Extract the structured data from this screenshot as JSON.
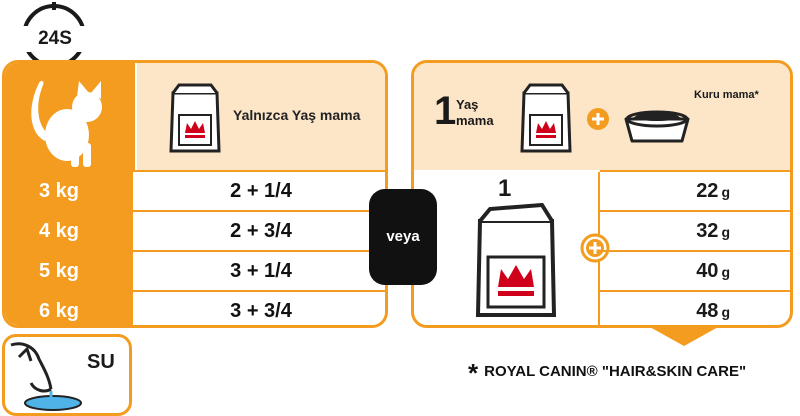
{
  "badge": {
    "label": "24S"
  },
  "left_table": {
    "header": "Yalnızca Yaş mama",
    "rows": [
      {
        "weight": "3 kg",
        "amount": "2 + 1/4"
      },
      {
        "weight": "4 kg",
        "amount": "2 + 3/4"
      },
      {
        "weight": "5 kg",
        "amount": "3 + 1/4"
      },
      {
        "weight": "6 kg",
        "amount": "3 + 3/4"
      }
    ]
  },
  "veya": "veya",
  "right_table": {
    "wet_count": "1",
    "wet_label_line1": "Yaş",
    "wet_label_line2": "mama",
    "dry_label": "Kuru mama*",
    "pouch_count": "1",
    "grams": [
      "22",
      "32",
      "40",
      "48"
    ],
    "unit": "g"
  },
  "water": {
    "label": "SU"
  },
  "footnote": {
    "star": "*",
    "text": "ROYAL CANIN® \"HAIR&SKIN CARE\""
  },
  "colors": {
    "accent": "#f39c1f",
    "header_bg": "#fde6c8",
    "brand_red": "#d0021b"
  }
}
